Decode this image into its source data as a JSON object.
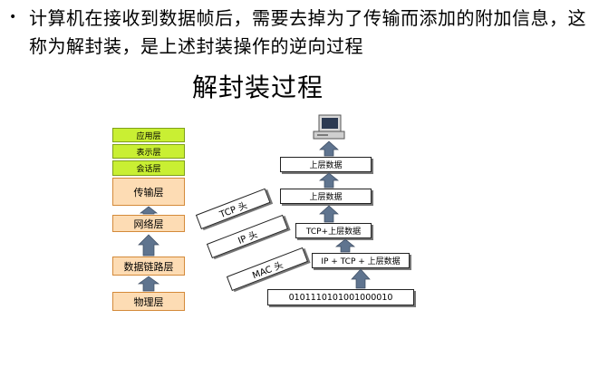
{
  "bullet": {
    "symbol": "•",
    "text": "计算机在接收到数据帧后，需要去掉为了传输而添加的附加信息，这称为解封装，是上述封装操作的逆向过程"
  },
  "title": "解封装过程",
  "stack": {
    "layers": [
      {
        "label": "应用层"
      },
      {
        "label": "表示层"
      },
      {
        "label": "会话层"
      },
      {
        "label": "传输层"
      },
      {
        "label": "网络层"
      },
      {
        "label": "数据链路层"
      },
      {
        "label": "物理层"
      }
    ]
  },
  "decap": {
    "bits": "0101110101001000010",
    "ip_tcp_data": "IP + TCP + 上层数据",
    "tcp_data": "TCP+上层数据",
    "data_1": "上层数据",
    "data_2": "上层数据",
    "mac_header": "MAC 头",
    "ip_header": "IP 头",
    "tcp_header": "TCP 头"
  },
  "colors": {
    "green_layer": "#c9ef33",
    "orange_layer": "#fddcb4",
    "arrow": "#5f748f"
  },
  "icons": {
    "computer": "computer-icon",
    "arrow": "up-arrow-icon"
  }
}
